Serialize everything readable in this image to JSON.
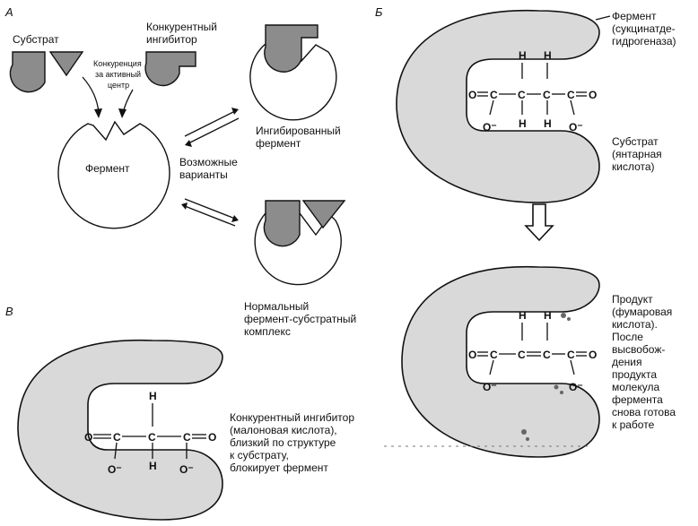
{
  "panel_a": {
    "letter": "А",
    "substrate": "Субстрат",
    "inhibitor": [
      "Конкурентный",
      "ингибитор"
    ],
    "competition": [
      "Конкуренция",
      "за активный",
      "центр"
    ],
    "enzyme": "Фермент",
    "variants": [
      "Возможные",
      "варианты"
    ],
    "inhibited": [
      "Ингибированный",
      "фермент"
    ],
    "normal": [
      "Нормальный",
      "фермент-субстратный",
      "комплекс"
    ]
  },
  "panel_b": {
    "letter": "Б",
    "enzyme": [
      "Фермент",
      "(сукцинатде-",
      "гидрогеназа)"
    ],
    "substrate": [
      "Субстрат",
      "(янтарная",
      "кислота)"
    ],
    "product": [
      "Продукт",
      "(фумаровая",
      "кислота).",
      "После",
      "высвобож-",
      "дения",
      "продукта",
      "молекула",
      "фермента",
      "снова готова",
      "к работе"
    ]
  },
  "panel_v": {
    "letter": "В",
    "inhibitor": [
      "Конкурентный ингибитор",
      "(малоновая кислота),",
      "близкий по структуре",
      "к субстрату,",
      "блокирует фермент"
    ]
  },
  "atoms": {
    "H": "H",
    "O": "O",
    "C": "C",
    "O_minus": "O⁻"
  }
}
